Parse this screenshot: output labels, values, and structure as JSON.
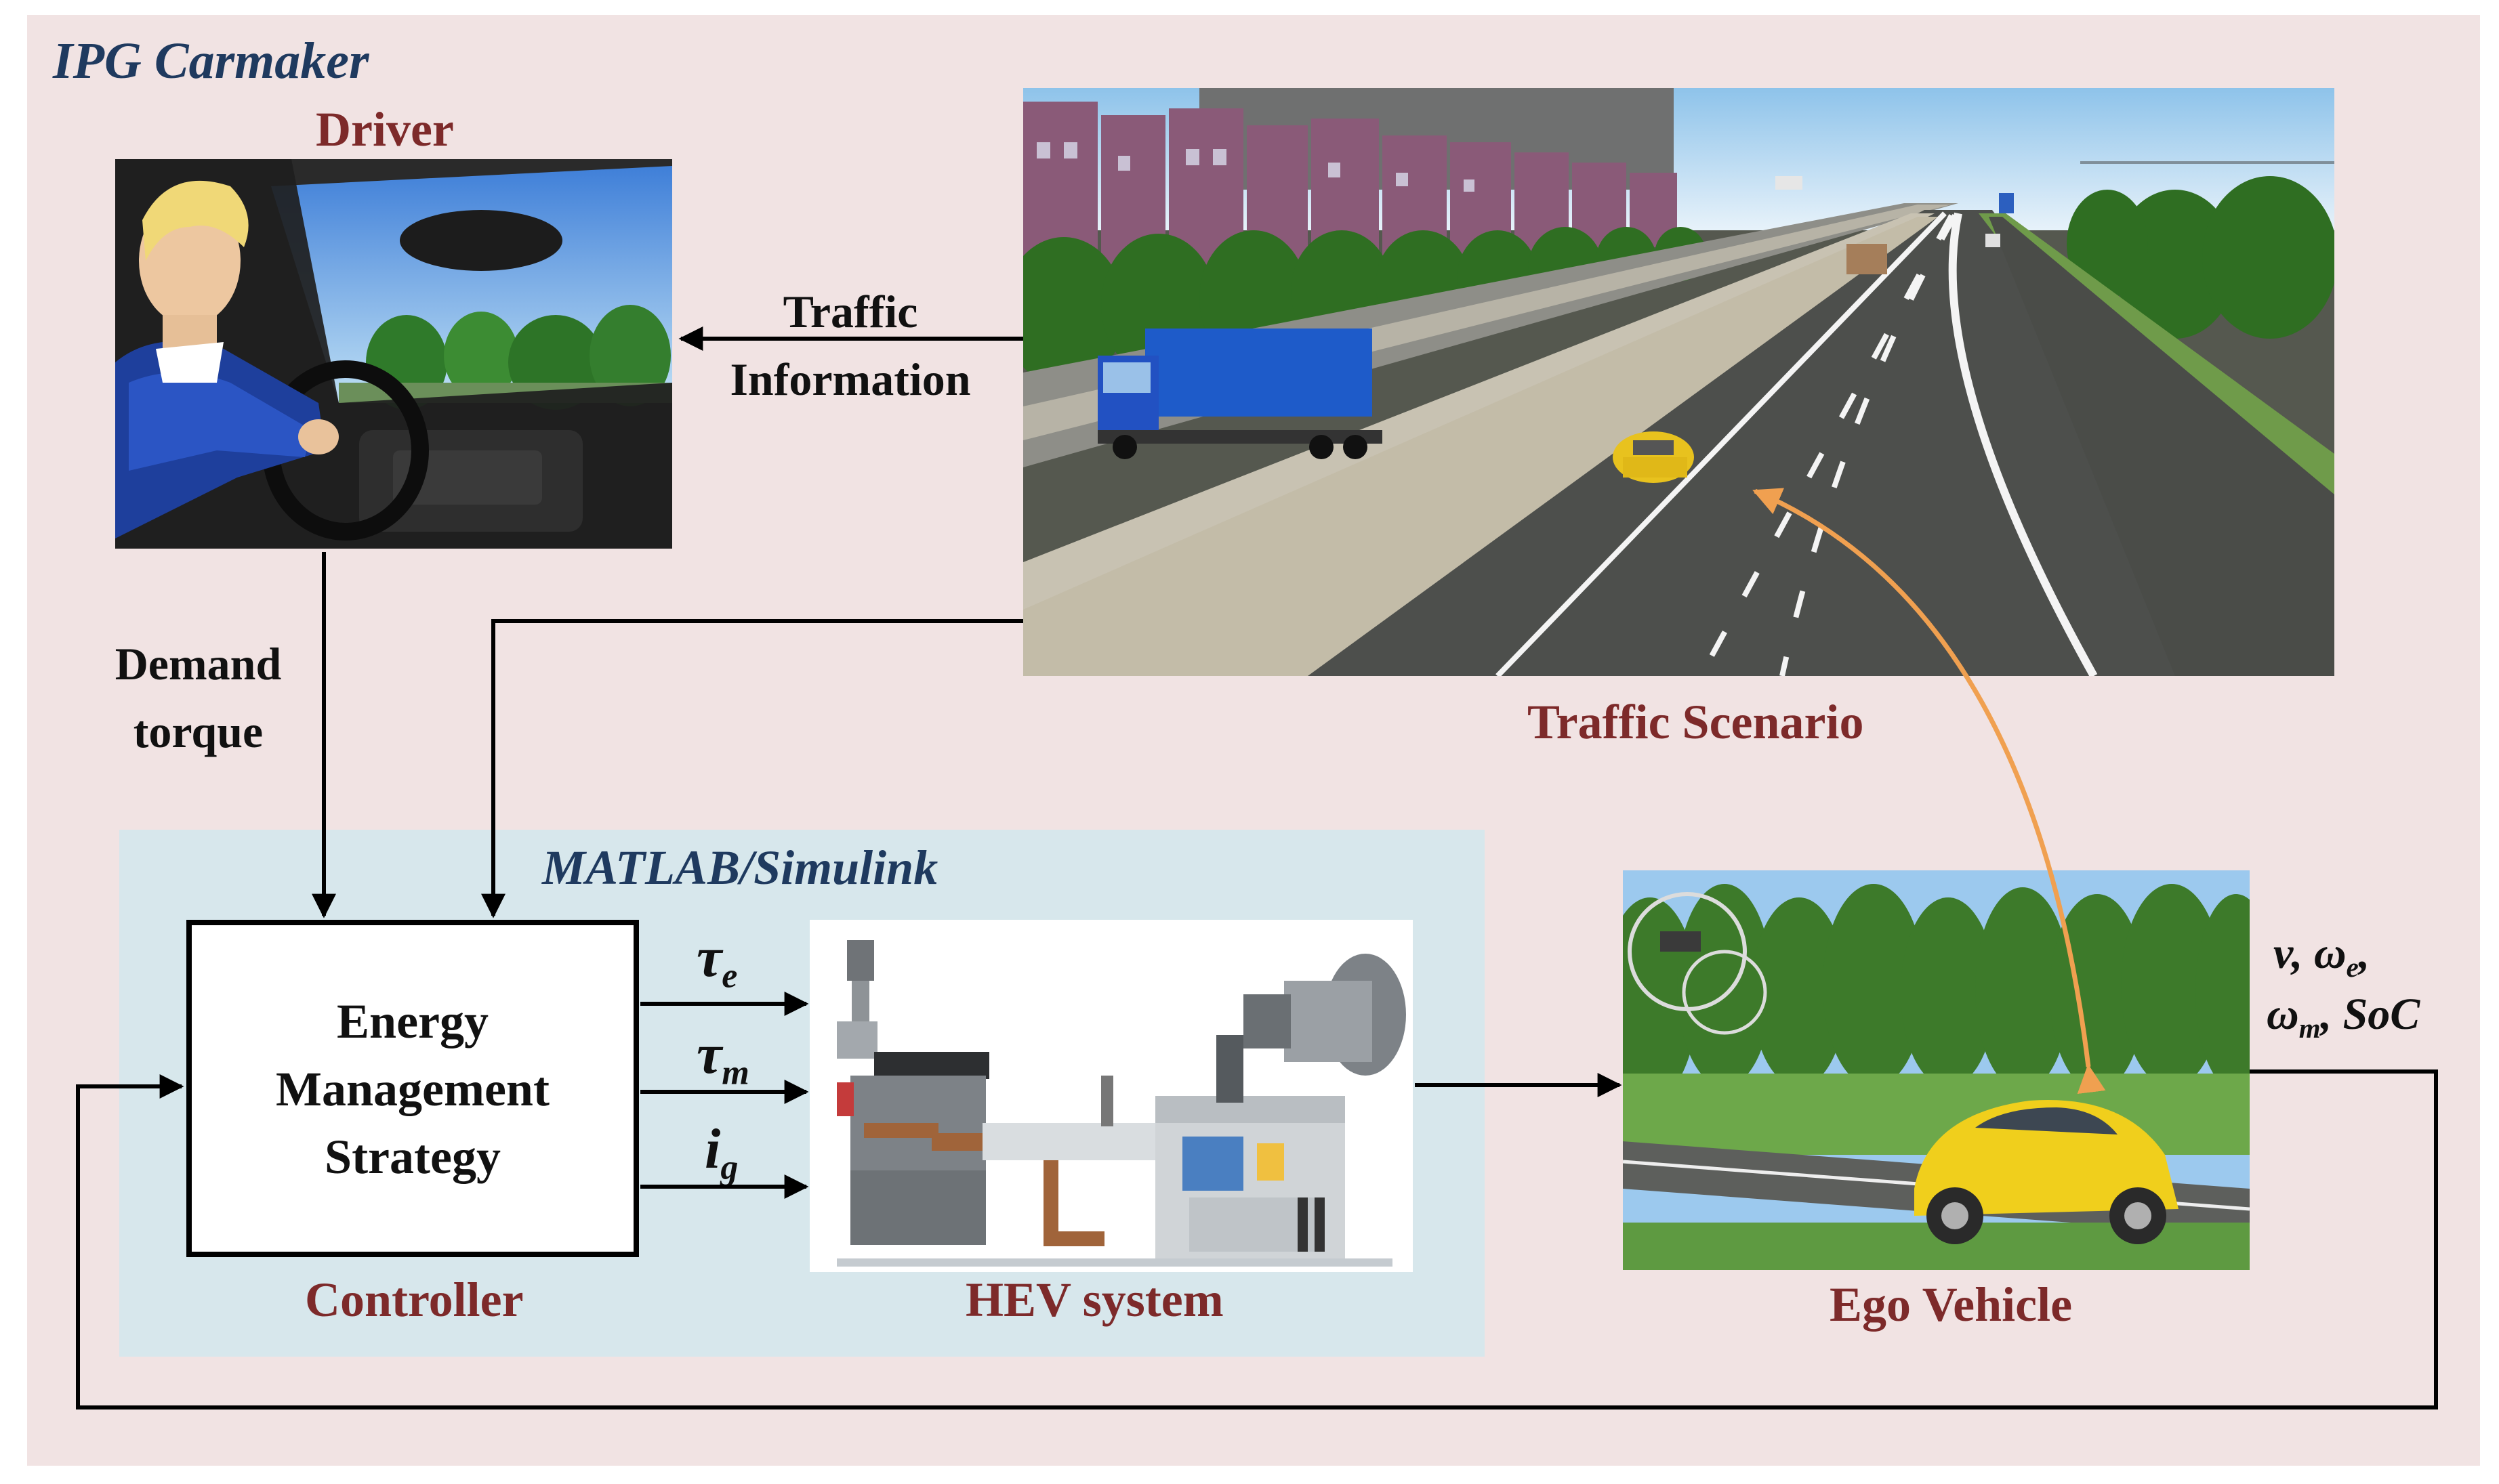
{
  "outer_title": "IPG Carmaker",
  "inner_title": "MATLAB/Simulink",
  "driver": {
    "title": "Driver"
  },
  "traffic_info": {
    "line1": "Traffic",
    "line2": "Information"
  },
  "traffic_scenario": {
    "caption": "Traffic Scenario"
  },
  "demand_torque": {
    "line1": "Demand",
    "line2": "torque"
  },
  "controller": {
    "caption": "Controller",
    "lines": [
      "Energy",
      "Management",
      "Strategy"
    ]
  },
  "signals": [
    {
      "base": "τ",
      "sub": "e"
    },
    {
      "base": "τ",
      "sub": "m"
    },
    {
      "base": "i",
      "sub": "g"
    }
  ],
  "hev": {
    "caption": "HEV system"
  },
  "ego": {
    "caption": "Ego Vehicle"
  },
  "outputs": {
    "line1": [
      {
        "base": "v",
        "sep": ", "
      },
      {
        "base": "ω",
        "sub": "e",
        "sep": ","
      }
    ],
    "line2": [
      {
        "base": "ω",
        "sub": "m",
        "sep": ", "
      },
      {
        "base": "SoC"
      }
    ]
  },
  "colors": {
    "outer_bg": "#f1e3e3",
    "inner_bg": "#d7e7ec",
    "title_navy": "#1f3a5f",
    "caption_maroon": "#7d2a2a",
    "link_orange": "#f0a050",
    "wire_black": "#000000"
  },
  "icons": [
    "driver-cockpit-image",
    "highway-scene-image",
    "hev-test-bench-image",
    "ego-vehicle-image"
  ]
}
